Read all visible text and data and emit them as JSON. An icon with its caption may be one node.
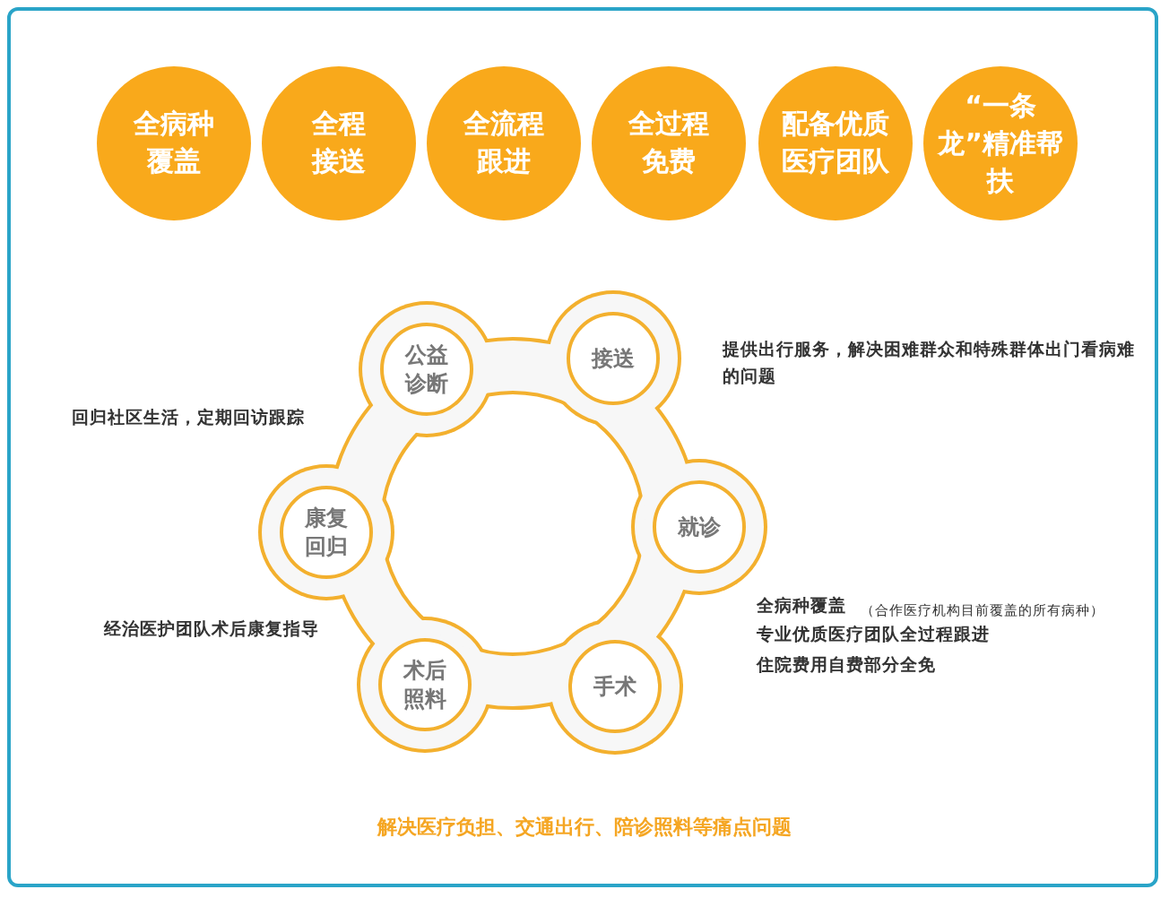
{
  "diagram": {
    "caption": "解决医疗负担、交通出行、陪诊照料等痛点问题",
    "nodes": [
      {
        "text": [
          "全病种覆盖"
        ]
      },
      {
        "text": [
          "全程接送"
        ]
      },
      {
        "text": [
          "全流程跟进"
        ]
      },
      {
        "text": [
          "全过程免费"
        ]
      },
      {
        "text": [
          "配备优质医疗团队"
        ]
      },
      {
        "text": [
          "“一条龙”精准帮扶"
        ]
      },
      {
        "text": [
          "公益诊断"
        ]
      },
      {
        "text": [
          "接送"
        ]
      },
      {
        "text": [
          "康复回归"
        ]
      },
      {
        "text": [
          "就诊"
        ]
      },
      {
        "text": [
          "术后照料"
        ]
      },
      {
        "text": [
          "手术"
        ]
      }
    ],
    "labels": [
      "提供出行服务，解决困难群众和特殊群体出门看病难的问题",
      "回归社区生活，定期回访跟踪",
      "全病种覆盖",
      "（合作医疗机构目前覆盖的所有病种）",
      "经治医护团队术后康复指导",
      "专业优质医疗团队全过程跟进",
      "住院费用自费部分全免"
    ]
  }
}
